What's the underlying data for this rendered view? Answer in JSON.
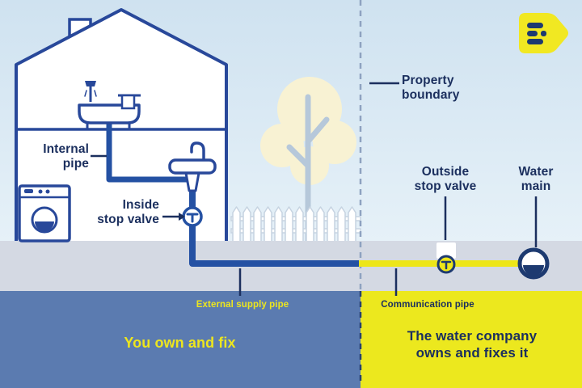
{
  "title": "Water supply pipe responsibility diagram",
  "labels": {
    "internal_pipe": "Internal\npipe",
    "inside_stop_valve": "Inside\nstop valve",
    "property_boundary": "Property\nboundary",
    "outside_stop_valve": "Outside\nstop valve",
    "water_main": "Water\nmain",
    "external_supply_pipe": "External supply pipe",
    "communication_pipe": "Communication pipe"
  },
  "sections": {
    "owner": {
      "label": "You own and fix"
    },
    "company": {
      "label": "The water company\nowns and fixes it"
    }
  },
  "colors": {
    "navy_text": "#1b2f5e",
    "pipe_blue": "#2451a3",
    "pipe_yellow": "#ede619",
    "owner_section_blue": "#5b7bb0",
    "company_section_yellow": "#ece81e",
    "ground_gray": "#d4d9e3",
    "sky_blue": "#d8e8f3"
  },
  "icons": [
    "water-company-logo",
    "house-icon",
    "bathtub-shower-icon",
    "sink-icon",
    "washing-machine-icon",
    "tree-icon",
    "picket-fence",
    "property-boundary-dashed-line",
    "inside-stop-valve-icon",
    "outside-stop-valve-icon",
    "water-main-icon"
  ]
}
